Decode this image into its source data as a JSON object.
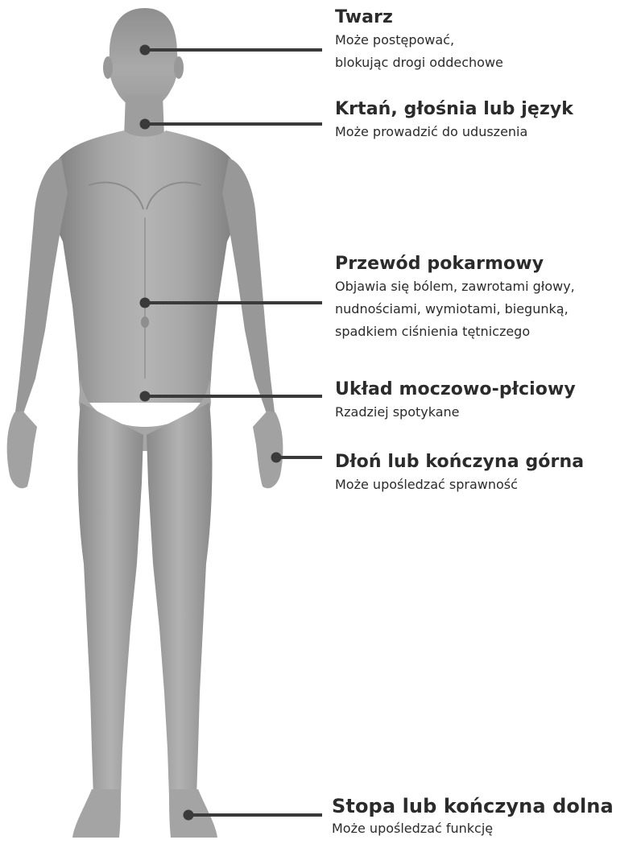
{
  "labels": {
    "twarz": {
      "title": "Twarz",
      "lines": [
        "Może postępować,",
        "blokując drogi oddechowe"
      ]
    },
    "krtan": {
      "title": "Krtań, głośnia lub język",
      "lines": [
        "Może prowadzić do uduszenia"
      ]
    },
    "przewod": {
      "title": "Przewód pokarmowy",
      "lines": [
        "Objawia się bólem, zawrotami głowy,",
        "nudnościami, wymiotami, biegunką,",
        "spadkiem  ciśnienia tętniczego"
      ]
    },
    "uklad": {
      "title": "Układ moczowo-płciowy",
      "lines": [
        "Rzadziej spotykane"
      ]
    },
    "dlon": {
      "title": "Dłoń lub kończyna górna",
      "lines": [
        "Może upośledzać sprawność"
      ]
    },
    "stopa": {
      "title": "Stopa lub kończyna dolna",
      "lines": [
        "Może upośledzać funkcję"
      ]
    }
  },
  "colors": {
    "body_light": "#bdbdbd",
    "body_mid": "#9a9a9a",
    "body_dark": "#6e6e6e",
    "leader_line": "#3a3a3a",
    "text": "#2b2b2b"
  }
}
